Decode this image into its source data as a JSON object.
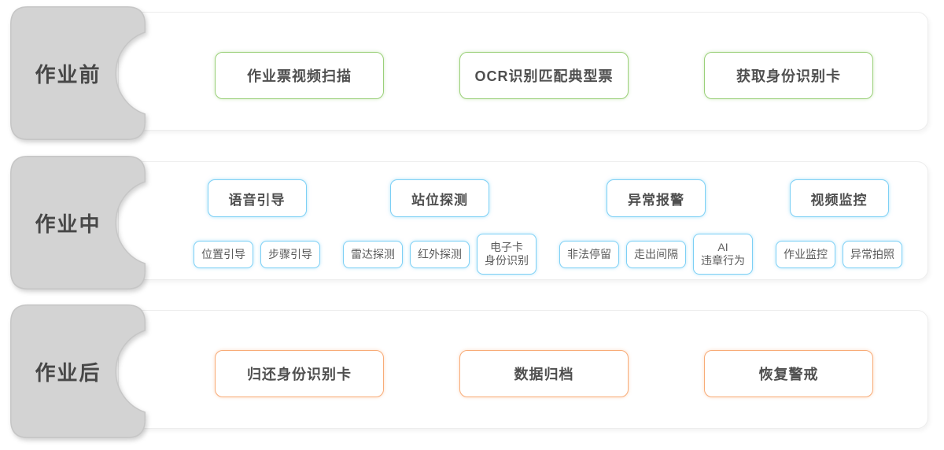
{
  "colors": {
    "tab_fill": "#d3d3d3",
    "tab_border": "#c6c6c6",
    "panel_border": "#ededed",
    "green_accent": "#9bd07a",
    "blue_accent": "#7dd0f5",
    "orange_accent": "#f8ac78",
    "heading_text": "#474747",
    "box_text": "#4f4f4f"
  },
  "phases": [
    {
      "id": "before",
      "label": "作业前",
      "accent": "#9bd07a",
      "boxes": [
        {
          "label": "作业票视频扫描"
        },
        {
          "label": "OCR识别匹配典型票"
        },
        {
          "label": "获取身份识别卡"
        }
      ]
    },
    {
      "id": "during",
      "label": "作业中",
      "accent": "#7dd0f5",
      "groups": [
        {
          "parent": "语音引导",
          "children": [
            {
              "label": "位置引导"
            },
            {
              "label": "步骤引导"
            }
          ]
        },
        {
          "parent": "站位探测",
          "children": [
            {
              "label": "雷达探测"
            },
            {
              "label": "红外探测"
            },
            {
              "label": "电子卡\n身份识别"
            }
          ]
        },
        {
          "parent": "异常报警",
          "children": [
            {
              "label": "非法停留"
            },
            {
              "label": "走出间隔"
            },
            {
              "label": "AI\n违章行为"
            }
          ]
        },
        {
          "parent": "视频监控",
          "children": [
            {
              "label": "作业监控"
            },
            {
              "label": "异常拍照"
            }
          ]
        }
      ]
    },
    {
      "id": "after",
      "label": "作业后",
      "accent": "#f8ac78",
      "boxes": [
        {
          "label": "归还身份识别卡"
        },
        {
          "label": "数据归档"
        },
        {
          "label": "恢复警戒"
        }
      ]
    }
  ]
}
